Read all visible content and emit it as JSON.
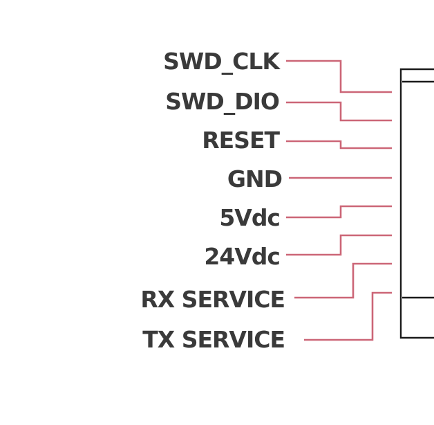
{
  "connector": {
    "wire_color": "#cc6677",
    "border_color": "#1a1a1a",
    "pins": [
      {
        "label": "SWD_CLK"
      },
      {
        "label": "SWD_DIO"
      },
      {
        "label": "RESET"
      },
      {
        "label": "GND"
      },
      {
        "label": "5Vdc"
      },
      {
        "label": "24Vdc"
      },
      {
        "label": "RX SERVICE"
      },
      {
        "label": "TX SERVICE"
      }
    ]
  }
}
